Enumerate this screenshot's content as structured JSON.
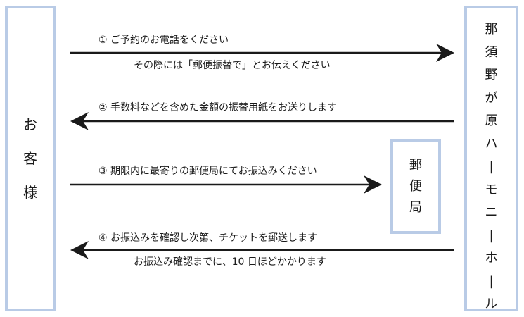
{
  "customer": {
    "label": [
      "お",
      "客",
      "様"
    ]
  },
  "hall": {
    "label": [
      "那",
      "須",
      "野",
      "が",
      "原",
      "ハ",
      "|",
      "モ",
      "ニ",
      "|",
      "ホ",
      "|",
      "ル"
    ]
  },
  "postoffice": {
    "label": [
      "郵",
      "便",
      "局"
    ]
  },
  "steps": [
    {
      "line1": "① ご予約のお電話をください",
      "line2": "その際には「郵便振替で」とお伝えください"
    },
    {
      "line1": "② 手数料などを含めた金額の振替用紙をお送りします"
    },
    {
      "line1": "③ 期限内に最寄りの郵便局にてお振込みください"
    },
    {
      "line1": "④ お振込みを確認し次第、チケットを郵送します",
      "line2": "お振込み確認までに、10 日ほどかかります"
    }
  ]
}
